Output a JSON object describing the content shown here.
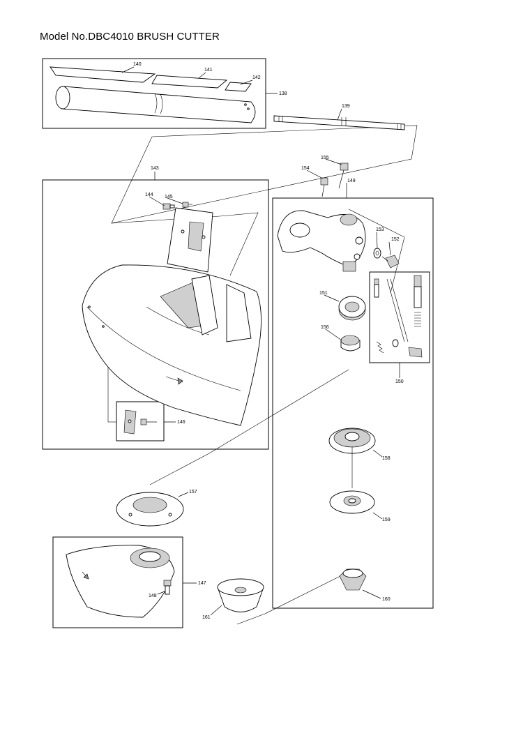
{
  "title": "Model No.DBC4010 BRUSH CUTTER",
  "parts": {
    "p138": "138",
    "p139": "139",
    "p140": "140",
    "p141": "141",
    "p142": "142",
    "p143": "143",
    "p144": "144",
    "p145": "145",
    "p146": "146",
    "p147": "147",
    "p148": "148",
    "p149": "149",
    "p150": "150",
    "p151": "151",
    "p152": "152",
    "p153": "153",
    "p154": "154",
    "p155": "155",
    "p156": "156",
    "p157": "157",
    "p158": "158",
    "p159": "159",
    "p160": "160",
    "p161": "161"
  }
}
